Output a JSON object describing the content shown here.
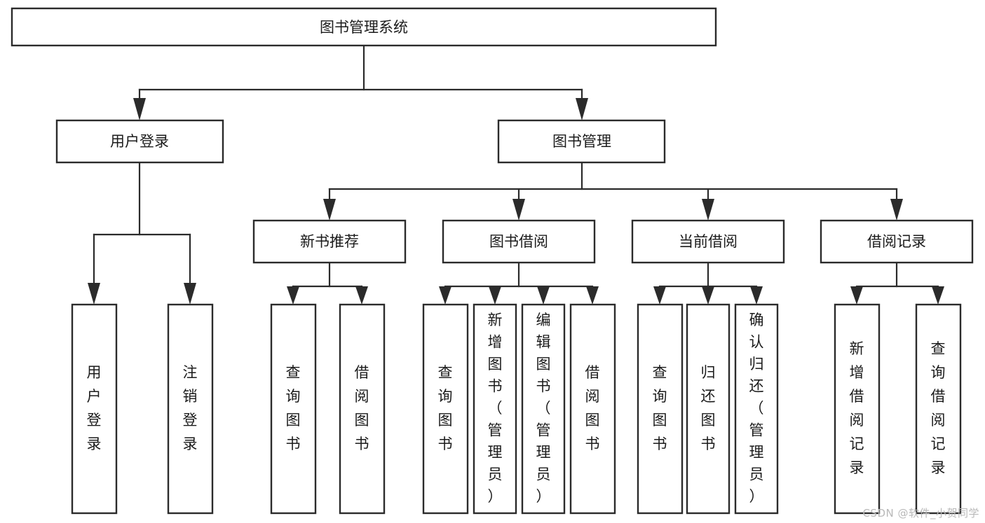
{
  "diagram": {
    "title": "图书管理系统",
    "type": "tree-hierarchy",
    "orientation": "top-down",
    "colors": {
      "stroke": "#2b2b2b",
      "fill": "#ffffff",
      "text": "#1b1b1b",
      "watermark": "#b9b9b9",
      "background": "#ffffff"
    },
    "levels": {
      "root": {
        "label": "图书管理系统"
      },
      "level2": [
        {
          "id": "user-login",
          "label": "用户登录"
        },
        {
          "id": "book-management",
          "label": "图书管理"
        }
      ],
      "level3": [
        {
          "id": "new-book-recommend",
          "label": "新书推荐",
          "parent": "book-management"
        },
        {
          "id": "book-borrow",
          "label": "图书借阅",
          "parent": "book-management"
        },
        {
          "id": "current-borrow",
          "label": "当前借阅",
          "parent": "book-management"
        },
        {
          "id": "borrow-record",
          "label": "借阅记录",
          "parent": "book-management"
        }
      ],
      "leaves": [
        {
          "id": "leaf-user-login",
          "label": "用户登录",
          "parent": "user-login"
        },
        {
          "id": "leaf-logout-login",
          "label": "注销登录",
          "parent": "user-login"
        },
        {
          "id": "leaf-query-book-1",
          "label": "查询图书",
          "parent": "new-book-recommend"
        },
        {
          "id": "leaf-borrow-book-1",
          "label": "借阅图书",
          "parent": "new-book-recommend"
        },
        {
          "id": "leaf-query-book-2",
          "label": "查询图书",
          "parent": "book-borrow"
        },
        {
          "id": "leaf-add-book",
          "label": "新增图书（管理员）",
          "parent": "book-borrow"
        },
        {
          "id": "leaf-edit-book",
          "label": "编辑图书（管理员）",
          "parent": "book-borrow"
        },
        {
          "id": "leaf-borrow-book-2",
          "label": "借阅图书",
          "parent": "book-borrow"
        },
        {
          "id": "leaf-query-book-3",
          "label": "查询图书",
          "parent": "current-borrow"
        },
        {
          "id": "leaf-return-book",
          "label": "归还图书",
          "parent": "current-borrow"
        },
        {
          "id": "leaf-confirm-return",
          "label": "确认归还（管理员）",
          "parent": "current-borrow"
        },
        {
          "id": "leaf-add-record",
          "label": "新增借阅记录",
          "parent": "borrow-record"
        },
        {
          "id": "leaf-query-record",
          "label": "查询借阅记录",
          "parent": "borrow-record"
        }
      ]
    },
    "watermark": "CSDN @软件_小贺同学"
  }
}
